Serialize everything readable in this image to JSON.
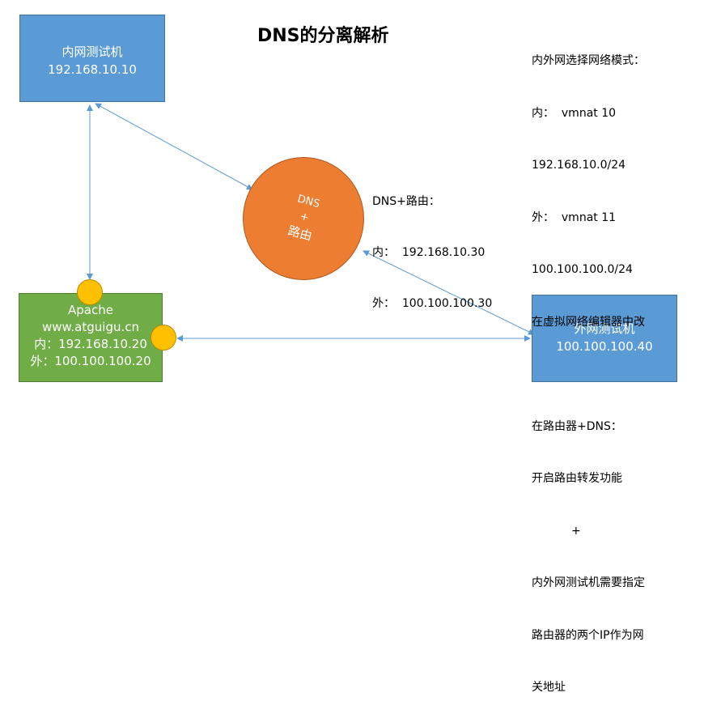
{
  "title": "DNS的分离解析",
  "inner_test_machine": {
    "name": "内网测试机",
    "ip": "192.168.10.10"
  },
  "outer_test_machine": {
    "name": "外网测试机",
    "ip": "100.100.100.40"
  },
  "dns_router_node": {
    "line1": "DNS",
    "line2": "+",
    "line3": "路由"
  },
  "apache_server": {
    "line1": "Apache",
    "line2": "www.atguigu.cn",
    "line3": "内：192.168.10.20",
    "line4": "外：100.100.100.20"
  },
  "dns_router_info": {
    "line1": "DNS+路由：",
    "line2": "内：  192.168.10.30",
    "line3": "外：  100.100.100.30"
  },
  "notes": {
    "line1": "内外网选择网络模式：",
    "line2": "内：  vmnat 10",
    "line3": "192.168.10.0/24",
    "line4": "外：  vmnat 11",
    "line5": "100.100.100.0/24",
    "line6": "在虚拟网络编辑器中改",
    "line7": "",
    "line8": "在路由器+DNS：",
    "line9": "开启路由转发功能",
    "line10": "           +",
    "line11": "内外网测试机需要指定",
    "line12": "路由器的两个IP作为网",
    "line13": "关地址"
  },
  "colors": {
    "blue_box": "#5b9bd5",
    "green_box": "#70ad47",
    "orange_circle": "#ed7d31",
    "yellow_dot": "#ffc000",
    "connector": "#5b9bd5"
  }
}
